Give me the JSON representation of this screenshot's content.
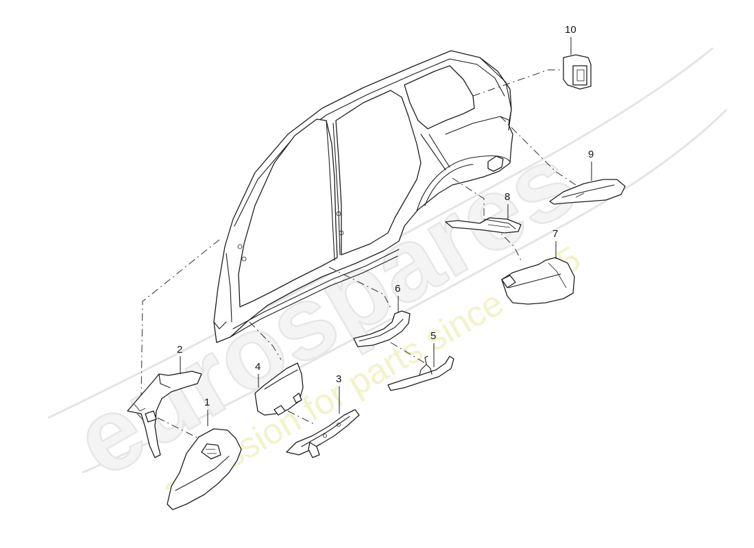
{
  "diagram": {
    "callouts": [
      "1",
      "2",
      "3",
      "4",
      "5",
      "6",
      "7",
      "8",
      "9",
      "10"
    ]
  },
  "watermark": {
    "brand": "eurospares",
    "tagline": "a passion for parts since 1985"
  }
}
